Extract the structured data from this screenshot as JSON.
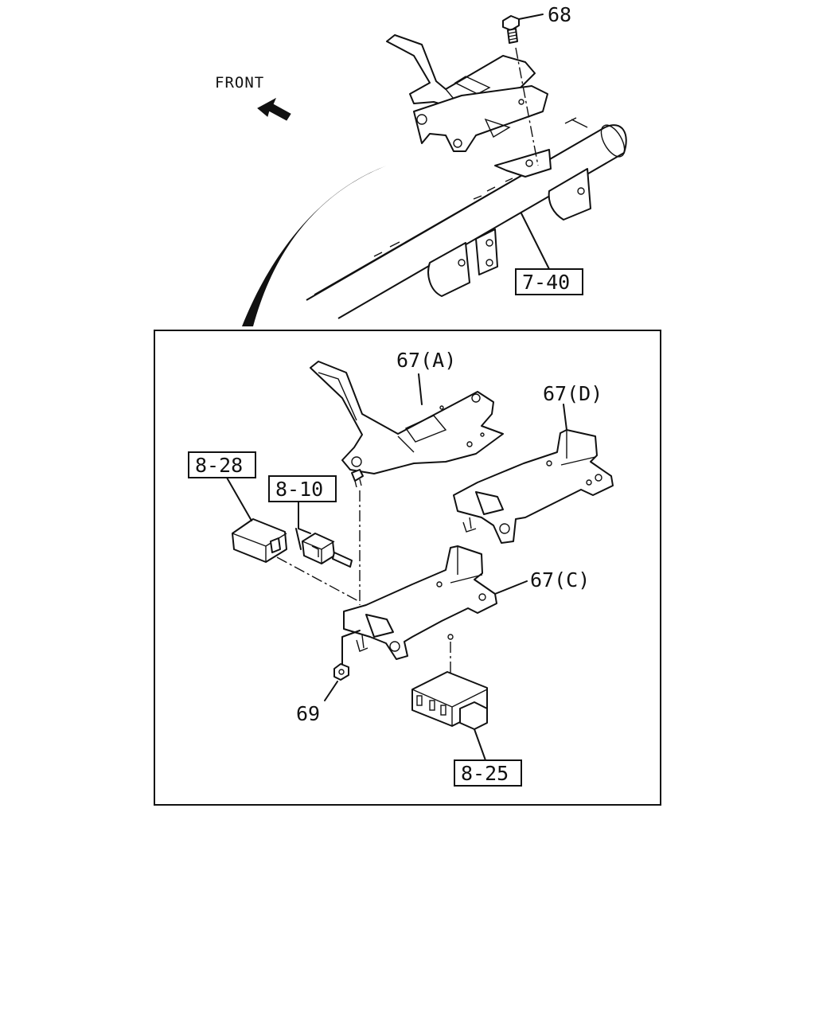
{
  "diagram": {
    "front_label": "FRONT",
    "callouts": {
      "bolt": "68",
      "crossmember_ref": "7-40",
      "bracket_a": "67(A)",
      "bracket_d": "67(D)",
      "bracket_c": "67(C)",
      "nut": "69",
      "ref_8_28": "8-28",
      "ref_8_10": "8-10",
      "ref_8_25": "8-25"
    },
    "icons": [
      "front-arrow-icon"
    ]
  }
}
